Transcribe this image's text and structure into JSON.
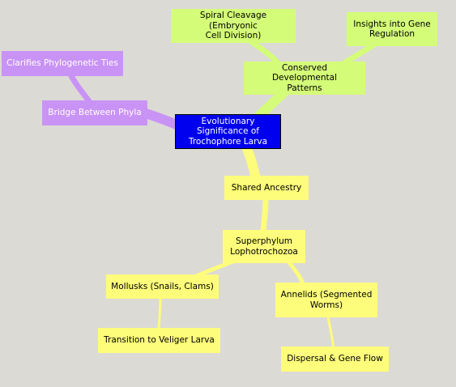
{
  "diagram": {
    "root": "Evolutionary Significance of\nTrochophore Larva",
    "green_branch": {
      "main": "Conserved Developmental\nPatterns",
      "children": [
        "Spiral Cleavage (Embryonic\nCell Division)",
        "Insights into Gene\nRegulation"
      ]
    },
    "purple_branch": {
      "main": "Bridge Between Phyla",
      "children": [
        "Clarifies Phylogenetic Ties"
      ]
    },
    "yellow_branch": {
      "main": "Shared Ancestry",
      "sub": "Superphylum\nLophotrochozoa",
      "mollusks": "Mollusks (Snails, Clams)",
      "mollusks_child": "Transition to Veliger Larva",
      "annelids": "Annelids (Segmented\nWorms)",
      "annelids_child": "Dispersal & Gene Flow"
    }
  },
  "colors": {
    "background": "#dcdad5",
    "root": "#0000ee",
    "green": "#d4fc79",
    "purple": "#c993f5",
    "yellow": "#fdfc7b"
  }
}
